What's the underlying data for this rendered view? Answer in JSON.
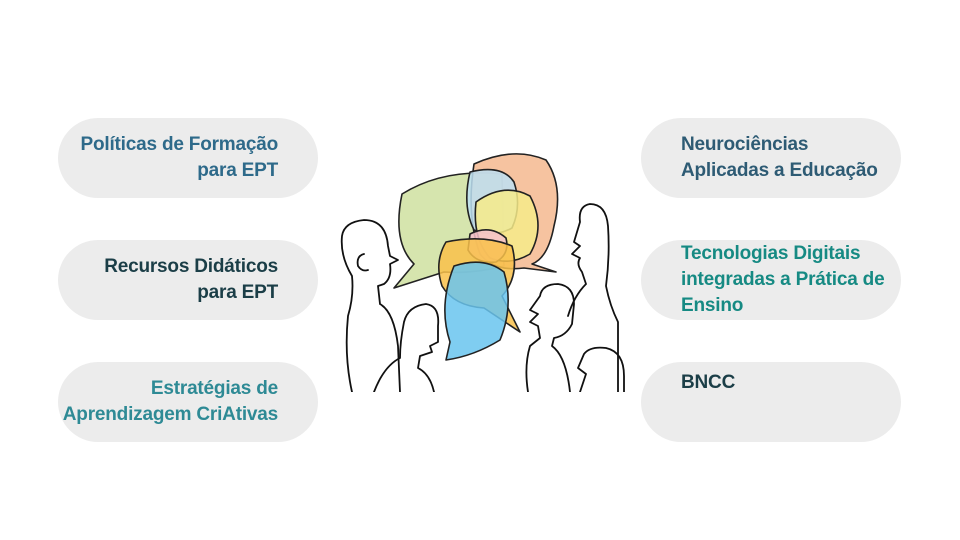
{
  "colors": {
    "pill_bg": "#ececec",
    "text_blue": "#2e6a8a",
    "text_dark": "#1b3e47",
    "text_teal": "#168a83"
  },
  "left_items": [
    {
      "lines": [
        "Políticas de Formação",
        "para EPT"
      ],
      "color": "#2e6a8a"
    },
    {
      "lines": [
        "Recursos Didáticos",
        "para EPT"
      ],
      "color": "#1b3e47"
    },
    {
      "lines": [
        "Estratégias de",
        "Aprendizagem CriAtivas"
      ],
      "color": "#2e8a95"
    }
  ],
  "right_items": [
    {
      "lines": [
        "Neurociências",
        "Aplicadas a Educação"
      ],
      "color": "#2e5b74"
    },
    {
      "lines": [
        "Tecnologias Digitais",
        "integradas a Prática de",
        "Ensino"
      ],
      "color": "#168a83"
    },
    {
      "lines": [
        "BNCC"
      ],
      "color": "#1b3e47"
    }
  ],
  "illustration": {
    "icon": "people-talking-speech-bubbles-icon",
    "bubble_colors": [
      "#cfe0a0",
      "#f5b98f",
      "#bde0f3",
      "#f6eb8a",
      "#f5c2cc",
      "#f9c14a",
      "#69c4ee"
    ]
  }
}
